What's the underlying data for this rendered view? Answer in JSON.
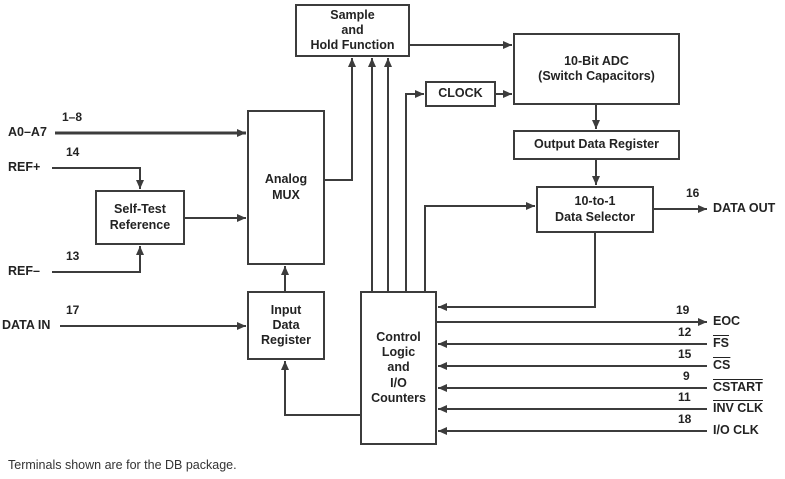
{
  "note": "Terminals shown are for the DB package.",
  "colors": {
    "wire": "#3c3c3c",
    "text": "#232323",
    "background": "#ffffff"
  },
  "blocks": {
    "sample_hold": "Sample\nand\nHold Function",
    "adc": "10-Bit ADC\n(Switch Capacitors)",
    "clock": "CLOCK",
    "output_register": "Output Data Register",
    "data_selector": "10-to-1\nData Selector",
    "analog_mux": "Analog\nMUX",
    "self_test_reference": "Self-Test\nReference",
    "input_register": "Input\nData\nRegister",
    "control_logic": "Control\nLogic\nand\nI/O\nCounters"
  },
  "left_pins": [
    {
      "label": "A0–A7",
      "pin": "1–8"
    },
    {
      "label": "REF+",
      "pin": "14"
    },
    {
      "label": "REF–",
      "pin": "13"
    },
    {
      "label": "DATA IN",
      "pin": "17"
    }
  ],
  "right_pins": [
    {
      "label": "DATA OUT",
      "pin": "16",
      "overline": "false"
    },
    {
      "label": "EOC",
      "pin": "19",
      "overline": "false"
    },
    {
      "label": "FS",
      "pin": "12",
      "overline": "true"
    },
    {
      "label": "CS",
      "pin": "15",
      "overline": "true"
    },
    {
      "label": "CSTART",
      "pin": "9",
      "overline": "true"
    },
    {
      "label": "INV CLK",
      "pin": "11",
      "overline": "true"
    },
    {
      "label": "I/O CLK",
      "pin": "18",
      "overline": "false"
    }
  ]
}
